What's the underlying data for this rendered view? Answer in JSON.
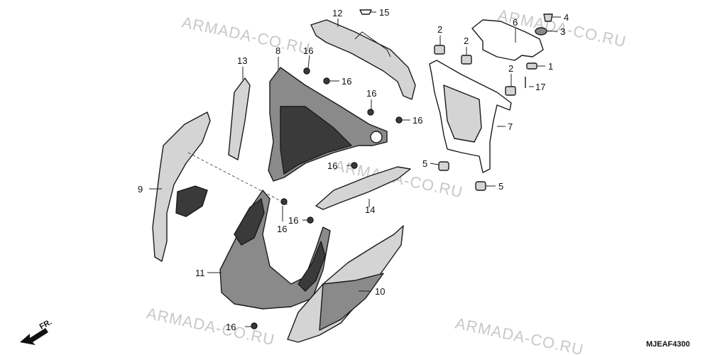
{
  "watermarks": [
    "ARMADA-CO.RU",
    "ARMADA-CO.RU",
    "ARMADA-CO.RU",
    "ARMADA-CO.RU",
    "ARMADA-CO.RU"
  ],
  "diagram_code": "MJEAF4300",
  "front_label": "FR.",
  "callouts": {
    "c1": "1",
    "c2a": "2",
    "c2b": "2",
    "c2c": "2",
    "c3": "3",
    "c4": "4",
    "c5a": "5",
    "c5b": "5",
    "c6": "6",
    "c7": "7",
    "c8": "8",
    "c9": "9",
    "c10": "10",
    "c11": "11",
    "c12": "12",
    "c13": "13",
    "c14": "14",
    "c15": "15",
    "c16a": "16",
    "c16b": "16",
    "c16c": "16",
    "c16d": "16",
    "c16e": "16",
    "c16f": "16",
    "c16g": "16",
    "c16h": "16",
    "c17": "17"
  },
  "colors": {
    "line": "#1a1a1a",
    "watermark": "#c8c8c8",
    "part_dark": "#3a3a3a",
    "part_light": "#d4d4d4"
  }
}
